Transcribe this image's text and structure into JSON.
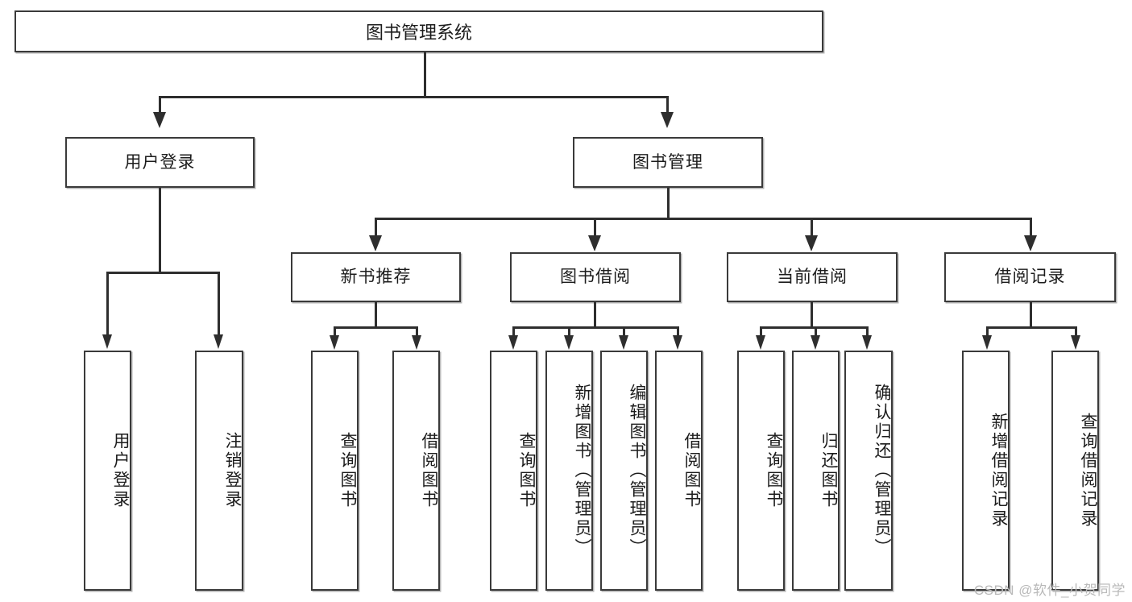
{
  "diagram": {
    "title": "图书管理系统",
    "type": "function-structure-tree",
    "root": {
      "label": "图书管理系统"
    },
    "level2": [
      {
        "label": "用户登录"
      },
      {
        "label": "图书管理"
      }
    ],
    "level3": [
      {
        "label": "新书推荐"
      },
      {
        "label": "图书借阅"
      },
      {
        "label": "当前借阅"
      },
      {
        "label": "借阅记录"
      }
    ],
    "leaves": {
      "user_login": [
        {
          "label": "用户登录"
        },
        {
          "label": "注销登录"
        }
      ],
      "new_book_recommend": [
        {
          "label": "查询图书"
        },
        {
          "label": "借阅图书"
        }
      ],
      "book_borrow": [
        {
          "label": "查询图书"
        },
        {
          "label": "新增图书（管理员）"
        },
        {
          "label": "编辑图书（管理员）"
        },
        {
          "label": "借阅图书"
        }
      ],
      "current_borrow": [
        {
          "label": "查询图书"
        },
        {
          "label": "归还图书"
        },
        {
          "label": "确认归还（管理员）"
        }
      ],
      "borrow_record": [
        {
          "label": "新增借阅记录"
        },
        {
          "label": "查询借阅记录"
        }
      ]
    }
  },
  "watermark": {
    "text": "CSDN @软件_小贺同学"
  },
  "colors": {
    "border": "#3a3a3a",
    "line": "#2e2e2e",
    "text": "#1c1c1c",
    "background": "#ffffff",
    "watermark": "#b9b9b9"
  }
}
